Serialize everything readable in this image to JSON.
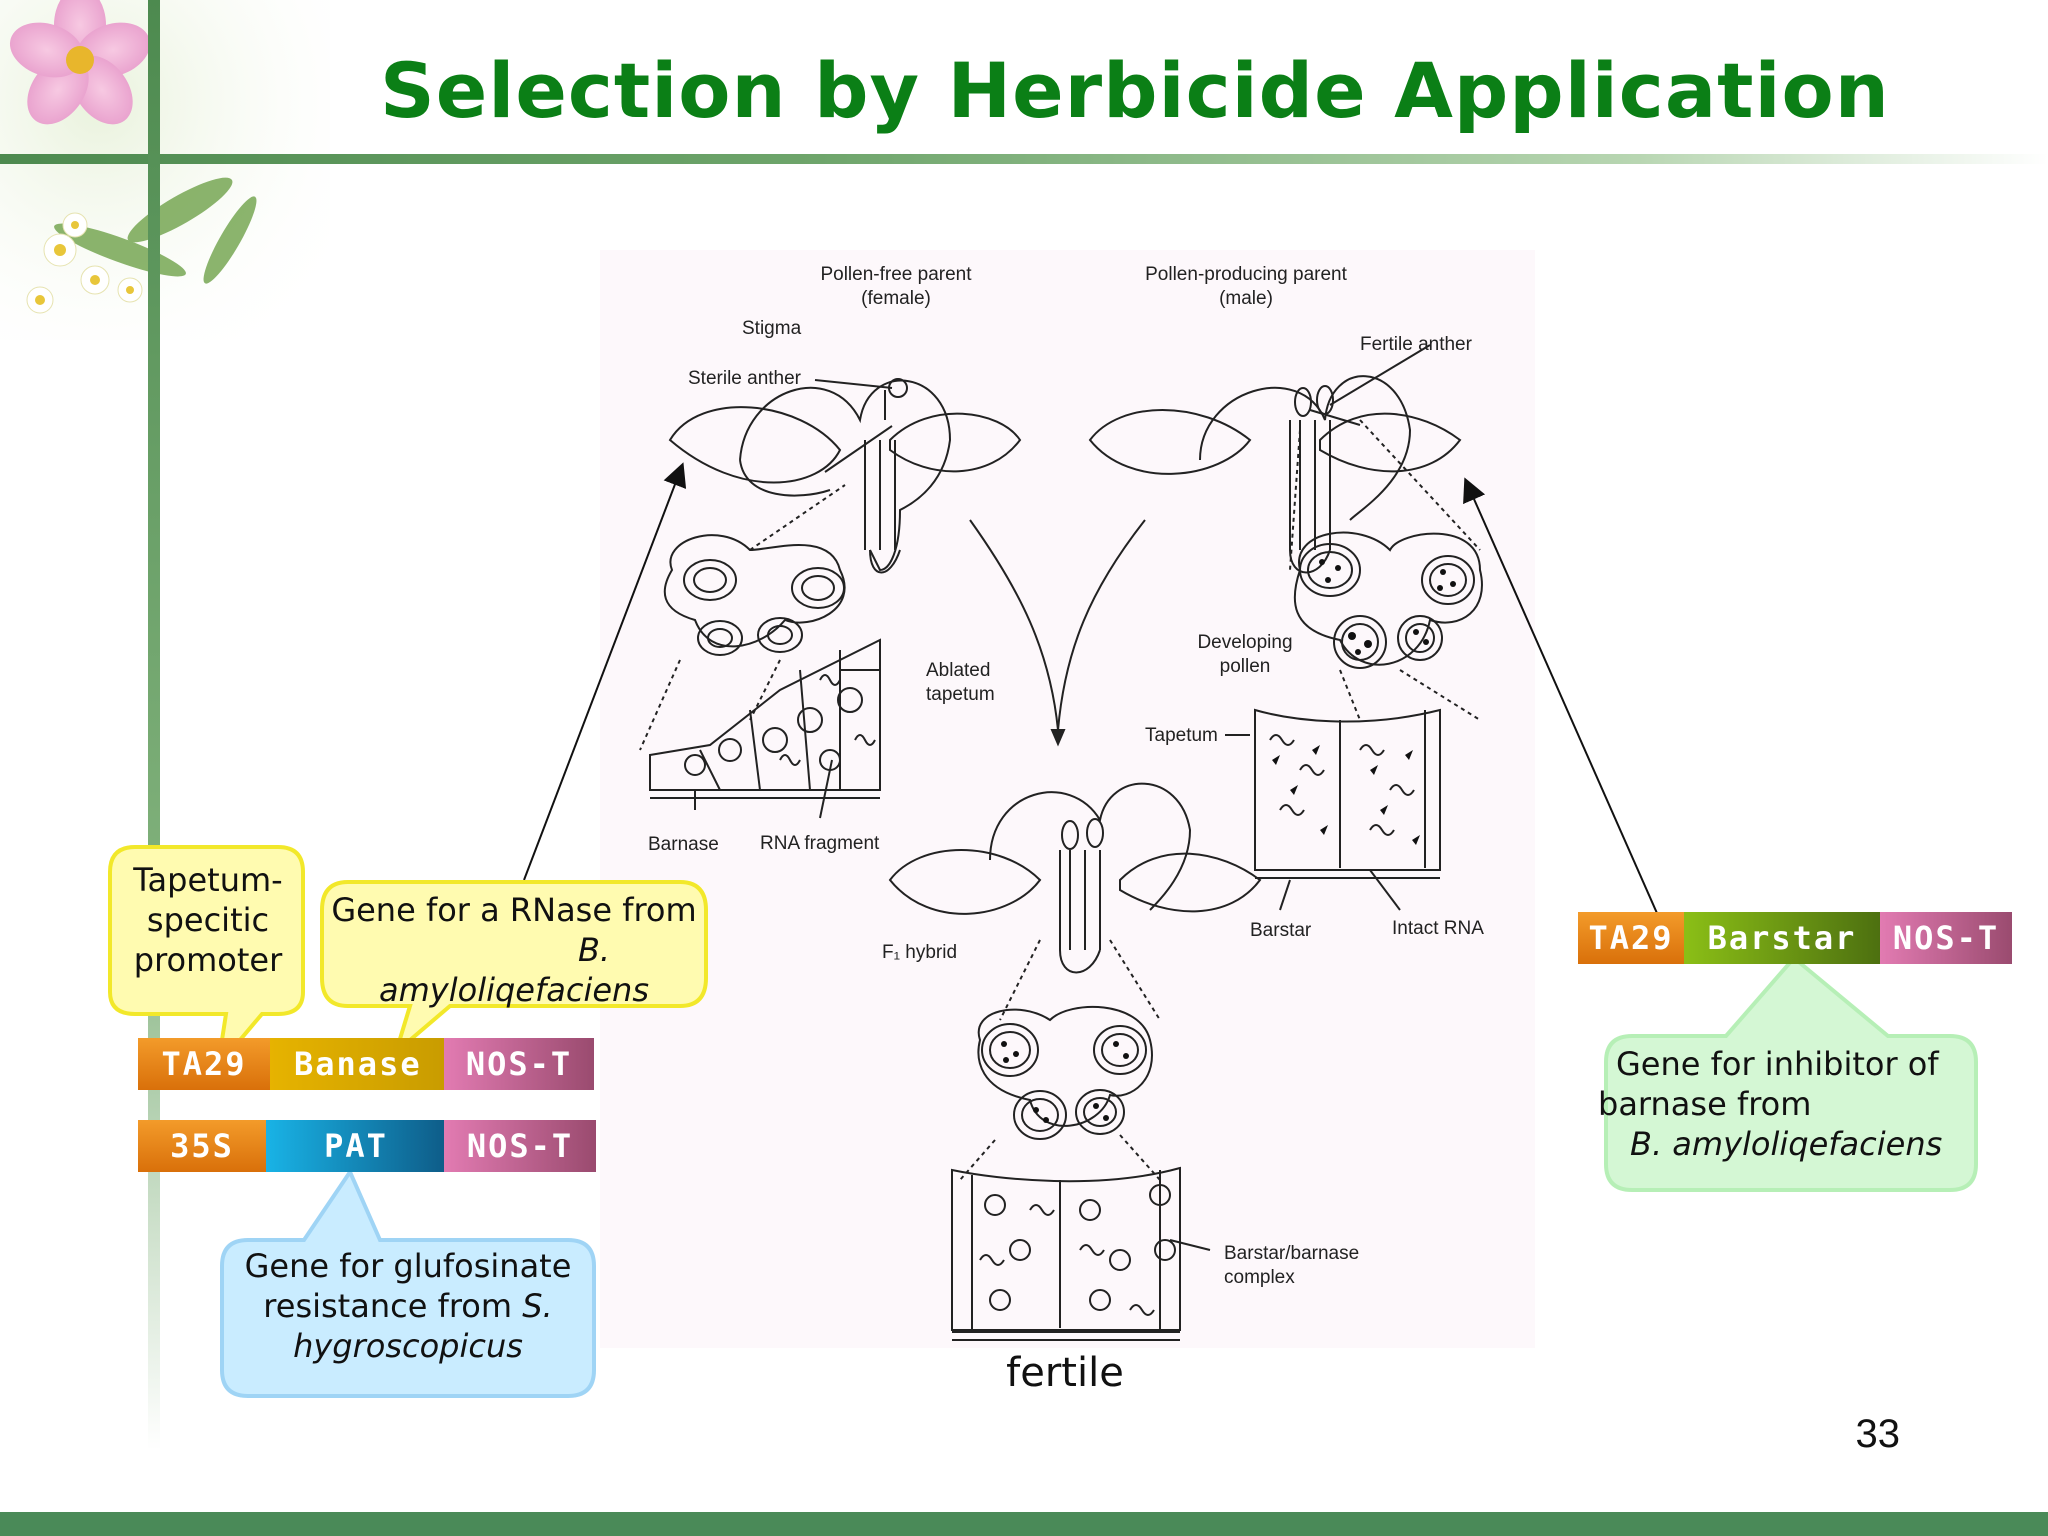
{
  "slide": {
    "title": "Selection by Herbicide Application",
    "page_number": "33",
    "fertile_label": "fertile"
  },
  "figure": {
    "labels": {
      "female_parent_line1": "Pollen-free parent",
      "female_parent_line2": "(female)",
      "male_parent_line1": "Pollen-producing parent",
      "male_parent_line2": "(male)",
      "stigma": "Stigma",
      "sterile_anther": "Sterile anther",
      "fertile_anther": "Fertile anther",
      "ablated_tapetum_1": "Ablated",
      "ablated_tapetum_2": "tapetum",
      "developing_pollen_1": "Developing",
      "developing_pollen_2": "pollen",
      "tapetum": "Tapetum",
      "barnase": "Barnase",
      "rna_fragment": "RNA fragment",
      "f1_hybrid": "F₁ hybrid",
      "barstar": "Barstar",
      "intact_rna": "Intact RNA",
      "complex_1": "Barstar/barnase",
      "complex_2": "complex"
    }
  },
  "constructs": {
    "barnase": {
      "promoter": "TA29",
      "gene": "Banase",
      "terminator": "NOS-T"
    },
    "pat": {
      "promoter": "35S",
      "gene": "PAT",
      "terminator": "NOS-T"
    },
    "barstar": {
      "promoter": "TA29",
      "gene": "Barstar",
      "terminator": "NOS-T"
    }
  },
  "callouts": {
    "promoter": {
      "line1": "Tapetum-",
      "line2": "specitic",
      "line3": "promoter"
    },
    "rnase": {
      "line1": "Gene for a RNase from",
      "line2": "B.",
      "line3": "amyloliqefaciens"
    },
    "glufosinate": {
      "line1": "Gene for glufosinate",
      "line2_plain": "resistance from ",
      "line2_italic": "S.",
      "line3": "hygroscopicus"
    },
    "inhibitor": {
      "line1": "Gene for inhibitor of",
      "line2": "barnase from",
      "line3": "B. amyloliqefaciens"
    }
  },
  "colors": {
    "title_green": "#0b7f16",
    "promoter_orange": "#e9820f",
    "barnase_gold": "#c9a400",
    "terminator_pink": "#c85a8e",
    "pat_blue": "#1599c9",
    "barstar_green": "#6e9a12",
    "callout_yellow": "#fffbb0",
    "callout_blue": "#c9ecff",
    "callout_green": "#d4f7d4"
  },
  "icons": {
    "corner_art": "flower-decoration-icon"
  }
}
